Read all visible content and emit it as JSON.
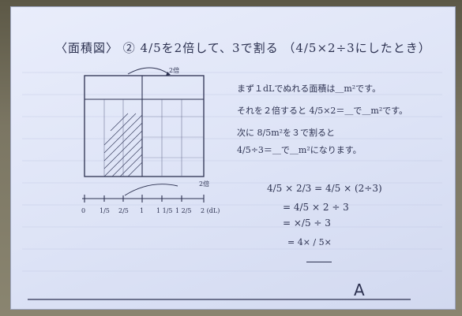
{
  "title": "〈面積図〉 ② 4/5を2倍して、3で割る （4/5×2÷3にしたとき）",
  "area_diagram": {
    "top_label": "2倍",
    "right_label": "2倍",
    "number_line": {
      "ticks": [
        "0",
        "1/5",
        "2/5",
        "1",
        "1 1/5",
        "1 2/5",
        "2 (dL)"
      ]
    }
  },
  "text": {
    "line1": "まず１dLでぬれる面積は＿m²です。",
    "line2": "それを２倍すると 4/5×2＝＿で＿m²です。",
    "line3": "次に 8/5m²を３で割ると",
    "line4": "4/5÷3＝＿で＿m²になります。"
  },
  "calc": {
    "line1": "4/5 × 2/3 = 4/5 × (2÷3)",
    "line2": "= 4/5 × 2 ÷ 3",
    "line3": "= ×/5 ÷ 3",
    "line4": "= 4× / 5×"
  },
  "answer_label": "A"
}
